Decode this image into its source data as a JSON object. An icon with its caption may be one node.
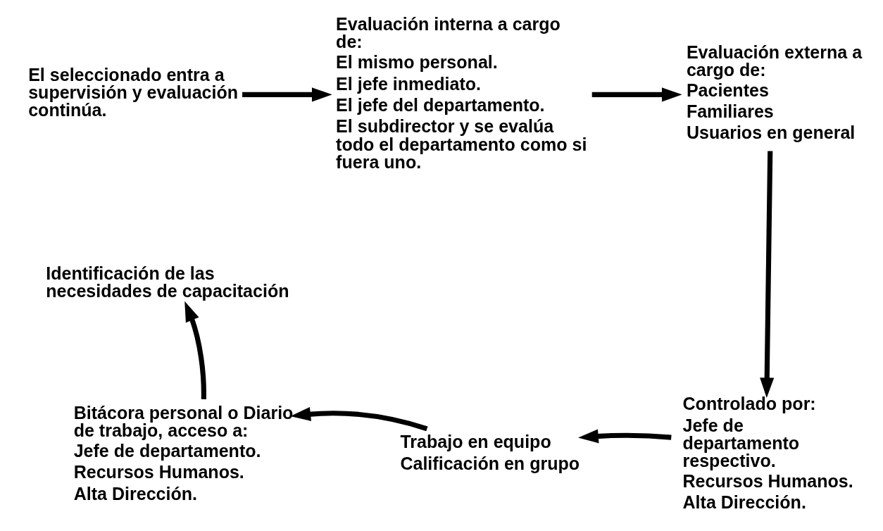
{
  "diagram": {
    "nodes": [
      {
        "text": [
          "El seleccionado entra a supervisión y evaluación continúa."
        ]
      },
      {
        "text": [
          "Evaluación interna a cargo de:",
          "El mismo personal.",
          "El jefe inmediato.",
          "El jefe del departamento.",
          "El subdirector y se evalúa todo el departamento como si fuera uno."
        ]
      },
      {
        "text": [
          "Evaluación externa a cargo de:",
          "Pacientes",
          "Familiares",
          "Usuarios en general"
        ]
      },
      {
        "text": [
          "Controlado por:",
          "Jefe de departamento respectivo.",
          "Recursos Humanos.",
          "Alta Dirección."
        ]
      },
      {
        "text": [
          "Trabajo en equipo",
          "Calificación en grupo"
        ]
      },
      {
        "text": [
          "Bitácora personal o Diario de trabajo, acceso a:",
          "Jefe de departamento.",
          "Recursos Humanos.",
          "Alta Dirección."
        ]
      },
      {
        "text": [
          "Identificación de las necesidades de capacitación"
        ]
      }
    ],
    "edges": [
      {
        "from": 0,
        "to": 1,
        "arrow": "to"
      },
      {
        "from": 1,
        "to": 2,
        "arrow": "to"
      },
      {
        "from": 2,
        "to": 3,
        "arrow": "to"
      },
      {
        "from": 3,
        "to": 4,
        "arrow": "to"
      },
      {
        "from": 4,
        "to": 5,
        "arrow": "to"
      },
      {
        "from": 5,
        "to": 6,
        "arrow": "to"
      }
    ]
  }
}
